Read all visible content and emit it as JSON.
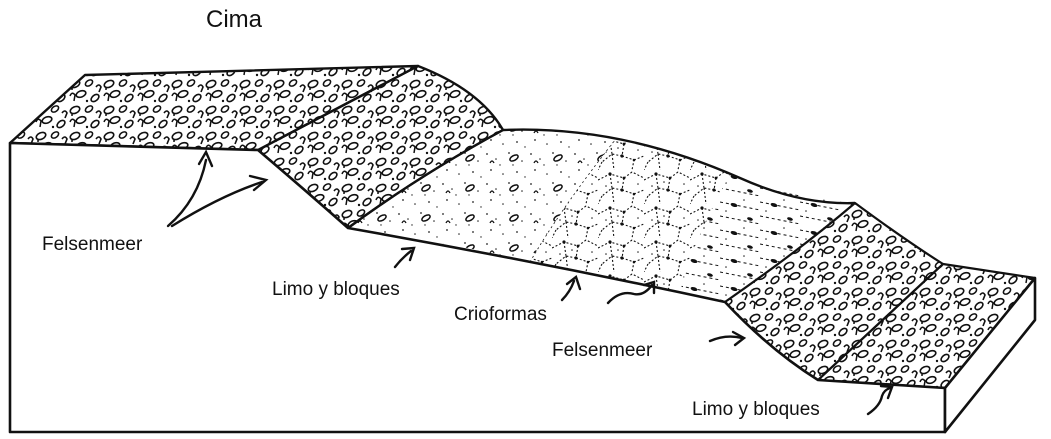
{
  "title": "Cima",
  "labels": [
    {
      "id": "felsenmeer-upper",
      "text": "Felsenmeer"
    },
    {
      "id": "limo-upper",
      "text": "Limo y bloques"
    },
    {
      "id": "crioformas",
      "text": "Crioformas"
    },
    {
      "id": "felsenmeer-lower",
      "text": "Felsenmeer"
    },
    {
      "id": "limo-lower",
      "text": "Limo y bloques"
    }
  ],
  "colors": {
    "ink": "#111111",
    "paper": "#ffffff"
  }
}
